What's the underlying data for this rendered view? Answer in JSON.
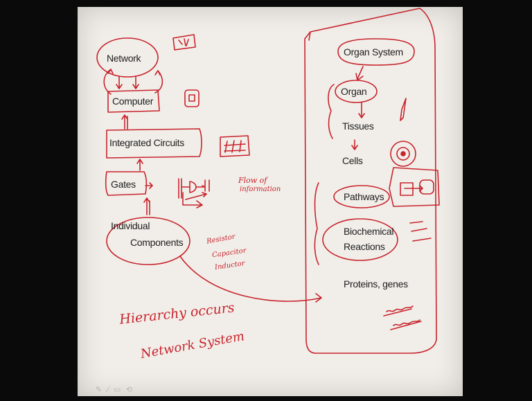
{
  "left_hierarchy": {
    "network": "Network",
    "computer": "Computer",
    "integrated_circuits": "Integrated Circuits",
    "gates": "Gates",
    "individual_components_line1": "Individual",
    "individual_components_line2": "Components"
  },
  "right_hierarchy": {
    "organ_system": "Organ System",
    "organ": "Organ",
    "tissues": "Tissues",
    "cells": "Cells",
    "pathways": "Pathways",
    "biochemical_line1": "Biochemical",
    "biochemical_line2": "Reactions",
    "proteins_genes": "Proteins, genes"
  },
  "annotations": {
    "flow_of_information_line1": "Flow of",
    "flow_of_information_line2": "information",
    "component_list_1": "Resistor",
    "component_list_2": "Capacitor",
    "component_list_3": "Inductor",
    "hierarchy_line1": "Hierarchy occurs",
    "hierarchy_line2": "Network System"
  },
  "toolbar": {
    "tools": "✎ ⁄ ▭ ⟲"
  },
  "colors": {
    "ink_red": "#c8232c",
    "board": "#f1eee9",
    "text_dark": "#1e1e1e"
  }
}
